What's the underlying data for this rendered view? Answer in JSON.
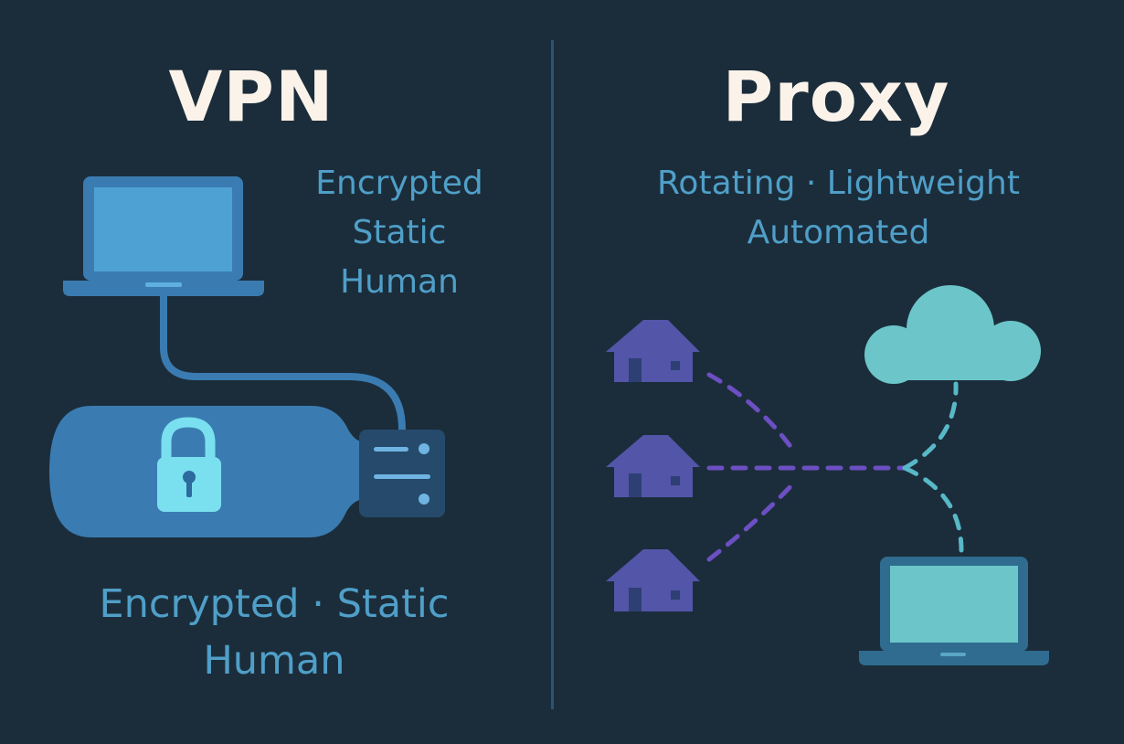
{
  "vpn": {
    "title": "VPN",
    "side_lines": [
      "Encrypted",
      "Static",
      "Human"
    ],
    "bottom_lines": [
      "Encrypted · Static",
      "Human"
    ]
  },
  "proxy": {
    "title": "Proxy",
    "lines": [
      "Rotating · Lightweight",
      "Automated"
    ]
  },
  "icons": {
    "vpn": [
      "laptop-icon",
      "cable-icon",
      "tunnel-icon",
      "padlock-icon",
      "server-icon"
    ],
    "proxy": [
      "house-icon",
      "house-icon",
      "house-icon",
      "dashed-route",
      "cloud-icon",
      "laptop-icon"
    ]
  },
  "colors": {
    "background": "#1b2d3b",
    "title": "#fbf3ea",
    "vpn_text": "#4f9fc8",
    "vpn_device": "#3a7cb1",
    "padlock": "#7ae0ef",
    "server": "#254a6b",
    "proxy_text": "#4f9fc8",
    "house": "#5355a8",
    "proxy_route": "#6c4fc2",
    "cloud": "#6cc6c9",
    "proxy_laptop": "#2f6c8f"
  }
}
